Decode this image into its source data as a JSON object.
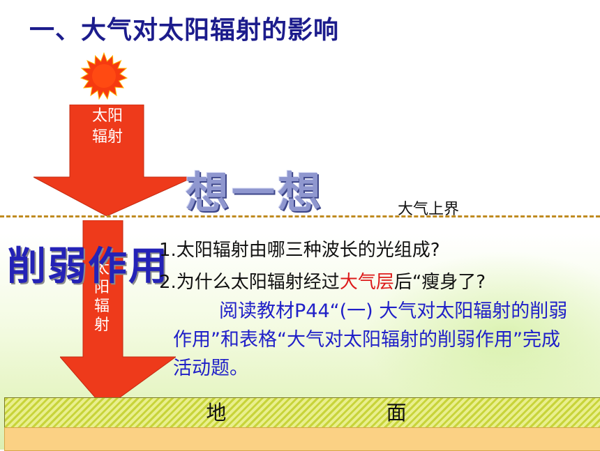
{
  "title": "一、大气对太阳辐射的影响",
  "arrow_top_label": "太阳辐射",
  "arrow_top_label_lines": [
    "太阳",
    "辐射"
  ],
  "think_text": "想一想",
  "atmosphere_top_label": "大气上界",
  "weaken_text": "削弱作用",
  "arrow_vertical_label": "太阳辐射",
  "questions": {
    "q1": "1.太阳辐射由哪三种波长的光组成?",
    "q2_prefix": "2.为什么太阳辐射经过",
    "q2_highlight": "大气层",
    "q2_suffix": "后“瘦身了?"
  },
  "reading_text": "阅读教材P44“(一) 大气对太阳辐射的削弱作用”和表格“大气对太阳辐射的削弱作用”完成活动题。",
  "ground_label": "地 面",
  "colors": {
    "title": "#1c1c8c",
    "arrow": "#ee3a1b",
    "sun": "#f63a10",
    "highlight": "#dd1a1a",
    "reading": "#2020c8",
    "dashed_line": "#bf8a20"
  },
  "icons": [
    "sun-icon",
    "down-arrow-icon"
  ]
}
